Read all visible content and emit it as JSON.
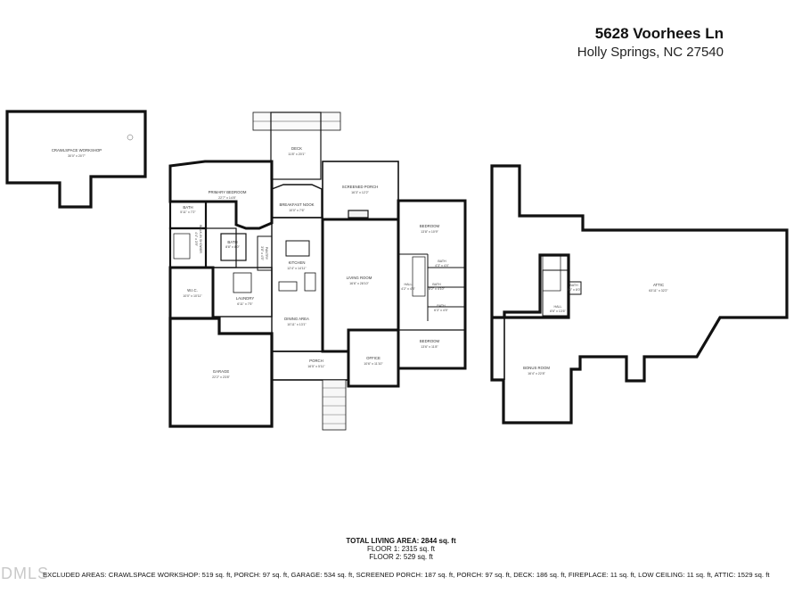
{
  "header": {
    "street": "5628 Voorhees Ln",
    "city": "Holly Springs, NC 27540"
  },
  "rooms": {
    "crawlspace_workshop": {
      "name": "CRAWLSPACE WORKSHOP",
      "dims": "30'0\" x 20'7\""
    },
    "deck": {
      "name": "DECK",
      "dims": "11'8\" x 20'1\""
    },
    "primary_bedroom": {
      "name": "PRIMARY BEDROOM",
      "dims": "22'7\" x 14'8\""
    },
    "breakfast_nook": {
      "name": "BREAKFAST NOOK",
      "dims": "10'0\" x 7'6\""
    },
    "screened_porch": {
      "name": "SCREENED PORCH",
      "dims": "16'3\" x 12'2\""
    },
    "bedroom_1": {
      "name": "BEDROOM",
      "dims": "13'8\" x 10'9\""
    },
    "bath_primary": {
      "name": "BATH",
      "dims": "5'11\" x 7'2\""
    },
    "bath_2": {
      "name": "BATH",
      "dims": "8'8\" x 8'0\""
    },
    "kitchen": {
      "name": "KITCHEN",
      "dims": "12'4\" x 14'11\""
    },
    "walkin_shower": {
      "name": "WALK-IN SHOWER",
      "dims": "4'4\" x 3'9\""
    },
    "pantry": {
      "name": "PANTRY",
      "dims": "3'8\" x 4'5\""
    },
    "living_room": {
      "name": "LIVING ROOM",
      "dims": "16'6\" x 28'10\""
    },
    "bath_3": {
      "name": "BATH",
      "dims": "4'3\" x 4'4\""
    },
    "hall_1": {
      "name": "HALL",
      "dims": "4'2\" x 4'8\""
    },
    "bath_4": {
      "name": "BATH",
      "dims": "8'2\" x 4'10\""
    },
    "wic": {
      "name": "W.I.C.",
      "dims": "10'0\" x 10'11\""
    },
    "laundry": {
      "name": "LAUNDRY",
      "dims": "6'11\" x 7'5\""
    },
    "bath_5": {
      "name": "BATH",
      "dims": "6'3\" x 4'5\""
    },
    "dining_area": {
      "name": "DINING AREA",
      "dims": "10'11\" x 13'1\""
    },
    "bedroom_2": {
      "name": "BEDROOM",
      "dims": "13'6\" x 11'8\""
    },
    "garage": {
      "name": "GARAGE",
      "dims": "22'2\" x 23'8\""
    },
    "porch": {
      "name": "PORCH",
      "dims": "16'5\" x 5'11\""
    },
    "office": {
      "name": "OFFICE",
      "dims": "10'6\" x 11'10\""
    },
    "attic": {
      "name": "ATTIC",
      "dims": "63'11\" x 32'2\""
    },
    "bath_upper": {
      "name": "BATH",
      "dims": "5'0\" x 8'0\""
    },
    "hall_upper": {
      "name": "HALL",
      "dims": "8'6\" x 13'6\""
    },
    "bonus_room": {
      "name": "BONUS ROOM",
      "dims": "16'4\" x 22'8\""
    }
  },
  "totals": {
    "total_living_area": "TOTAL LIVING AREA: 2844 sq. ft",
    "floor_1": "FLOOR 1: 2315 sq. ft",
    "floor_2": "FLOOR 2: 529 sq. ft",
    "excluded": "EXCLUDED AREAS: CRAWLSPACE WORKSHOP: 519 sq. ft, PORCH: 97 sq. ft, GARAGE: 534 sq. ft, SCREENED PORCH: 187 sq. ft, PORCH: 97 sq. ft, DECK: 186 sq. ft, FIREPLACE: 11 sq. ft, LOW CEILING: 11 sq. ft, ATTIC: 1529 sq. ft"
  },
  "watermark": "DMLS"
}
